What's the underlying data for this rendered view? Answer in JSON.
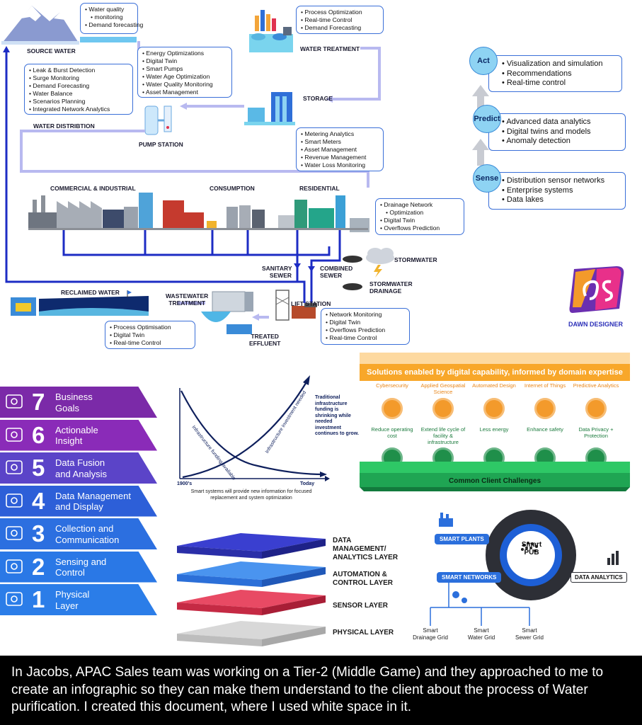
{
  "water_cycle": {
    "labels": {
      "source_water": "SOURCE WATER",
      "water_treatment": "WATER TREATMENT",
      "storage": "STORAGE",
      "water_distribution": "WATER DISTRIBTION",
      "pump_station": "PUMP STATION",
      "commercial_industrial": "COMMERCIAL & INDUSTRIAL",
      "consumption": "CONSUMPTION",
      "residential": "RESIDENTIAL",
      "stormwater": "STORMWATER",
      "stormwater_drainage_1": "STORMWATER",
      "stormwater_drainage_2": "DRAINAGE",
      "sanitary_sewer_1": "SANITARY",
      "sanitary_sewer_2": "SEWER",
      "combined_sewer_1": "COMBINED",
      "combined_sewer_2": "SEWER",
      "reclaimed_water": "RECLAIMED WATER",
      "wastewater_treatment_1": "WASTEWATER",
      "wastewater_treatment_2": "TREATMENT",
      "lift_station": "LIFT STATION",
      "treated_effluent_1": "TREATED",
      "treated_effluent_2": "EFFLUENT"
    },
    "boxes": {
      "source": [
        "Water quality",
        "monitoring",
        "Demand forecasting"
      ],
      "treatment": [
        "Process Optimization",
        "Real-time Control",
        "Demand Forecasting"
      ],
      "storage": [
        "Energy Optimizations",
        "Digital Twin",
        "Smart Pumps",
        "Water Age Optimization",
        "Water Quality Monitoring",
        "Asset Management"
      ],
      "distribution": [
        "Leak & Burst Detection",
        "Surge Monitoring",
        "Demand Forecasting",
        "Water Balance",
        "Scenarios Planning",
        "Integrated Network Analytics"
      ],
      "metering": [
        "Metering Analytics",
        "Smart Meters",
        "Asset Management",
        "Revenue Management",
        "Water Loss Monitoring"
      ],
      "drainage": [
        "Drainage Network",
        "Optimization",
        "Digital Twin",
        "Overflows  Prediction"
      ],
      "lift": [
        "Network Monitoring",
        "Digital Twin",
        "Overflows Prediction",
        "Real-time Control"
      ],
      "wastewater": [
        "Process Optimisation",
        "Digital Twin",
        "Real-time Control"
      ]
    }
  },
  "sense_predict_act": [
    {
      "label": "Act",
      "items": [
        "Visualization and simulation",
        "Recommendations",
        "Real-time control"
      ]
    },
    {
      "label": "Predict",
      "items": [
        "Advanced data analytics",
        "Digital twins and models",
        "Anomaly detection"
      ]
    },
    {
      "label": "Sense",
      "items": [
        "Distribution sensor networks",
        "Enterprise systems",
        "Data lakes"
      ]
    }
  ],
  "brand": {
    "name": "DAWN DESIGNER",
    "colors": {
      "pink": "#e8308a",
      "purple": "#6b2fb0",
      "orange": "#f39a2b"
    }
  },
  "maturity_steps": [
    {
      "num": "7",
      "line1": "Business",
      "line2": "Goals",
      "color": "#7b2aa8",
      "icon": "trophy-icon"
    },
    {
      "num": "6",
      "line1": "Actionable",
      "line2": "Insight",
      "color": "#8a2bb8",
      "icon": "idea-icon"
    },
    {
      "num": "5",
      "line1": "Data Fusion",
      "line2": "and Analysis",
      "color": "#5b44c8",
      "icon": "magnifier-icon"
    },
    {
      "num": "4",
      "line1": "Data Management",
      "line2": "and Display",
      "color": "#2d5fd8",
      "icon": "display-icon"
    },
    {
      "num": "3",
      "line1": "Collection and",
      "line2": "Communication",
      "color": "#2c6fe0",
      "icon": "network-icon"
    },
    {
      "num": "2",
      "line1": "Sensing and",
      "line2": "Control",
      "color": "#2a78e6",
      "icon": "gauge-icon"
    },
    {
      "num": "1",
      "line1": "Physical",
      "line2": "Layer",
      "color": "#2b7de8",
      "icon": "building-icon"
    }
  ],
  "funding_chart": {
    "curve_down_label": "Infrastructure funding available",
    "curve_up_label": "Infrastructure investment needed",
    "note": [
      "Traditional",
      "infrastructure",
      "funding is",
      "shrinking while",
      "needed",
      "investment",
      "continues to grow."
    ],
    "x_start": "1900's",
    "x_end": "Today",
    "caption_1": "Smart systems will provide new information for focused",
    "caption_2": "replacement and system optimization"
  },
  "layers": [
    {
      "line1": "DATA",
      "line2": "MANAGEMENT/",
      "line3": "ANALYTICS LAYER",
      "color": "#2b2fb8"
    },
    {
      "line1": "AUTOMATION &",
      "line2": "CONTROL LAYER",
      "line3": "",
      "color": "#2b7de8"
    },
    {
      "line1": "SENSOR LAYER",
      "line2": "",
      "line3": "",
      "color": "#e0334f"
    },
    {
      "line1": "PHYSICAL LAYER",
      "line2": "",
      "line3": "",
      "color": "#8a8a8a"
    }
  ],
  "solutions": {
    "title": "Solutions enabled by digital capability, informed by domain expertise",
    "top": [
      {
        "label": "Cybersecurity",
        "icon": "lock-icon"
      },
      {
        "label": "Applied Geospatial Science",
        "icon": "globe-icon"
      },
      {
        "label": "Automated Design",
        "icon": "design-icon"
      },
      {
        "label": "Internet of Things",
        "icon": "iot-icon"
      },
      {
        "label": "Predictive Analytics",
        "icon": "chart-icon"
      }
    ],
    "bottom": [
      {
        "label": "Reduce operating cost",
        "icon": "cost-icon"
      },
      {
        "label": "Extend life cycle of facility & infrastructure",
        "icon": "facility-icon"
      },
      {
        "label": "Less energy",
        "icon": "energy-icon"
      },
      {
        "label": "Enhance safety",
        "icon": "safety-icon"
      },
      {
        "label": "Data Privacy + Protection",
        "icon": "shield-icon"
      }
    ],
    "footer": "Common Client Challenges"
  },
  "smart_pub": {
    "center_1": "Smart",
    "center_2": "PUB",
    "smart_plants": "SMART PLANTS",
    "smart_networks": "SMART NETWORKS",
    "data_analytics": "DATA ANALYTICS",
    "grids": [
      {
        "line1": "Smart",
        "line2": "Drainage Grid"
      },
      {
        "line1": "Smart",
        "line2": "Water Grid"
      },
      {
        "line1": "Smart",
        "line2": "Sewer Grid"
      }
    ]
  },
  "caption": "In Jacobs, APAC Sales team was working on a Tier-2 (Middle Game) and they approached to me to create an infographic so they can make them understand to the client about the process of Water purification. I created this document, where I used white space in it."
}
